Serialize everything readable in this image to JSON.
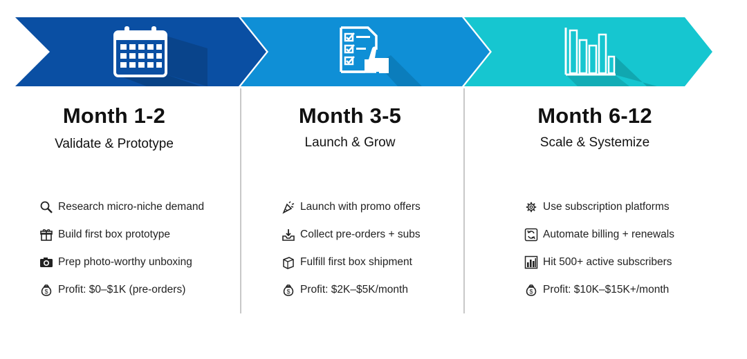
{
  "colors": {
    "phase1": "#0a4fa3",
    "phase2": "#0f8fd6",
    "phase3": "#16c6d0",
    "divider": "#c8c8c8"
  },
  "phases": [
    {
      "title": "Month 1-2",
      "subtitle": "Validate & Prototype",
      "header_icon": "calendar-icon",
      "tasks": [
        {
          "icon": "magnifier-icon",
          "text": "Research micro-niche demand"
        },
        {
          "icon": "gift-icon",
          "text": "Build first box prototype"
        },
        {
          "icon": "camera-icon",
          "text": "Prep photo-worthy unboxing"
        },
        {
          "icon": "money-bag-icon",
          "text": "Profit: $0–$1K (pre-orders)"
        }
      ]
    },
    {
      "title": "Month 3-5",
      "subtitle": "Launch & Grow",
      "header_icon": "checklist-thumbs-up-icon",
      "tasks": [
        {
          "icon": "party-popper-icon",
          "text": "Launch with promo offers"
        },
        {
          "icon": "inbox-tray-icon",
          "text": "Collect pre-orders + subs"
        },
        {
          "icon": "package-icon",
          "text": "Fulfill first box shipment"
        },
        {
          "icon": "money-bag-icon",
          "text": "Profit: $2K–$5K/month"
        }
      ]
    },
    {
      "title": "Month 6-12",
      "subtitle": "Scale & Systemize",
      "header_icon": "bar-chart-icon",
      "tasks": [
        {
          "icon": "gear-icon",
          "text": "Use subscription platforms"
        },
        {
          "icon": "refresh-icon",
          "text": "Automate billing + renewals"
        },
        {
          "icon": "chart-icon",
          "text": "Hit 500+ active subscribers"
        },
        {
          "icon": "money-bag-icon",
          "text": "Profit: $10K–$15K+/month"
        }
      ]
    }
  ]
}
